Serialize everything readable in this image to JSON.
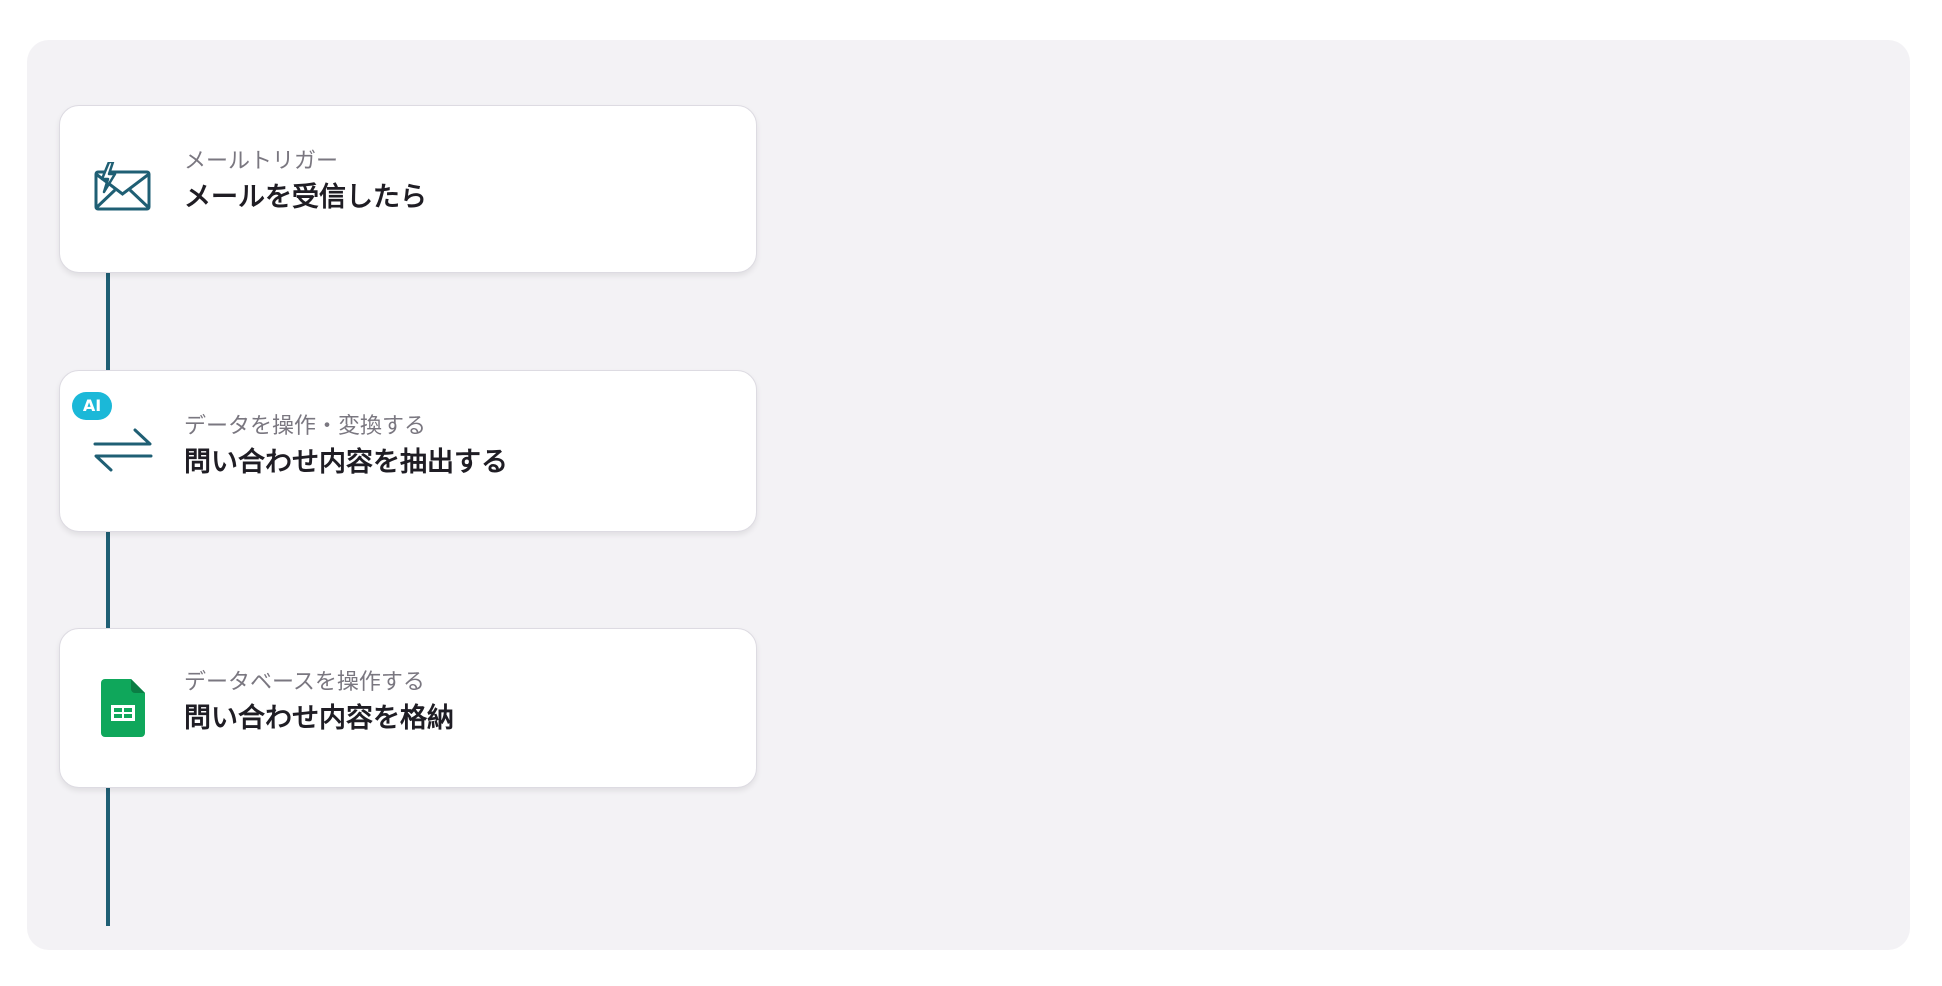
{
  "steps": [
    {
      "category": "メールトリガー",
      "title": "メールを受信したら",
      "icon": "mail-trigger-icon"
    },
    {
      "category": "データを操作・変換する",
      "title": "問い合わせ内容を抽出する",
      "icon": "transform-arrows-icon",
      "badge": "AI"
    },
    {
      "category": "データベースを操作する",
      "title": "問い合わせ内容を格納",
      "icon": "google-sheets-icon"
    }
  ],
  "colors": {
    "connector": "#1f5f74",
    "icon_stroke": "#1f5f74",
    "ai_badge": "#1bb8d8",
    "sheets_green": "#0fa75b",
    "canvas_bg": "#f3f2f5"
  }
}
